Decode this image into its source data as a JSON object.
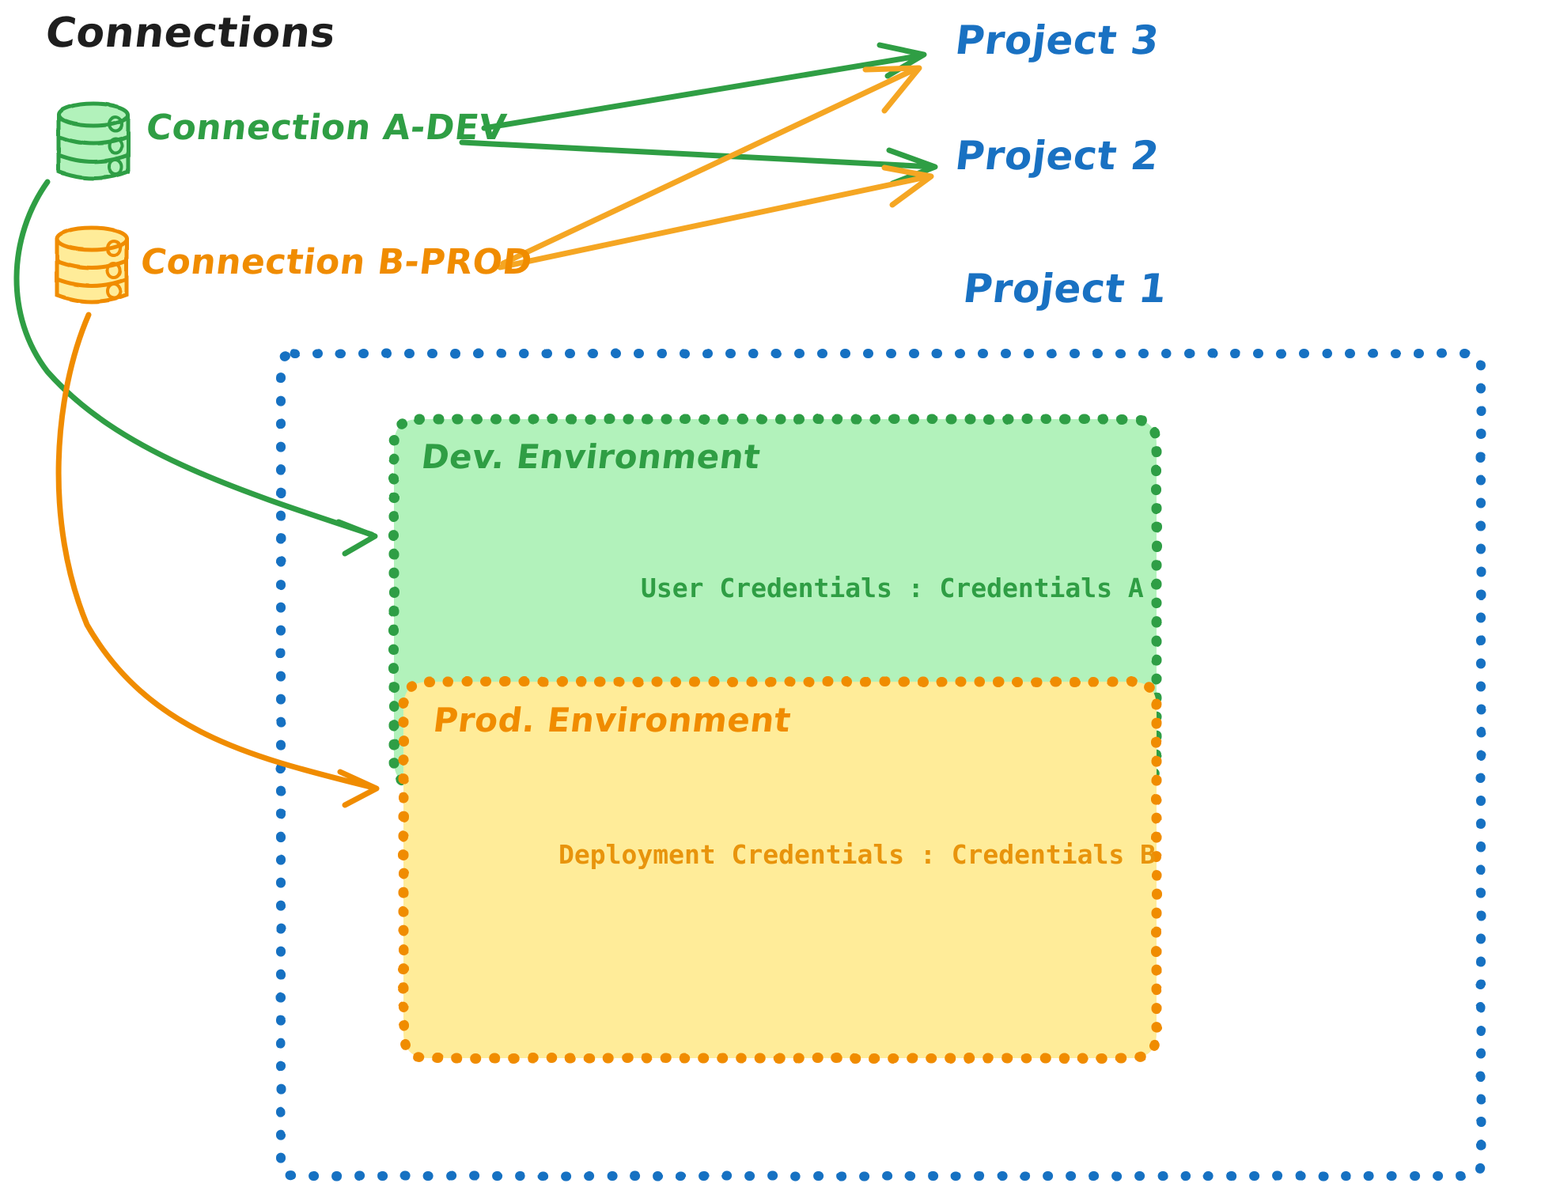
{
  "diagram": {
    "title": "Connections",
    "type": "architecture-diagram",
    "background_color": "#ffffff"
  },
  "colors": {
    "green_stroke": "#2f9e44",
    "green_fill": "#b2f2bb",
    "orange_stroke": "#f08c00",
    "orange_fill": "#ffec99",
    "blue": "#1971c2",
    "black": "#1e1e1e"
  },
  "connections": [
    {
      "id": "conn-a-dev",
      "label": "Connection A-DEV",
      "icon": "database-icon",
      "color": "#2f9e44",
      "fill": "#b2f2bb"
    },
    {
      "id": "conn-b-prod",
      "label": "Connection B-PROD",
      "icon": "database-icon",
      "color": "#f08c00",
      "fill": "#ffec99"
    }
  ],
  "projects": [
    {
      "id": "project-3",
      "label": "Project 3",
      "color": "#1971c2"
    },
    {
      "id": "project-2",
      "label": "Project 2",
      "color": "#1971c2"
    },
    {
      "id": "project-1",
      "label": "Project 1",
      "color": "#1971c2"
    }
  ],
  "project_1": {
    "label": "Project 1",
    "border_style": "dotted",
    "border_color": "#1971c2",
    "environments": [
      {
        "id": "dev-environment",
        "label": "Dev. Environment",
        "credentials_label": "User Credentials : Credentials A",
        "credentials_key": "User Credentials",
        "credentials_value": "Credentials A",
        "border_color": "#2f9e44",
        "fill_color": "#b2f2bb"
      },
      {
        "id": "prod-environment",
        "label": "Prod. Environment",
        "credentials_label": "Deployment Credentials : Credentials B",
        "credentials_key": "Deployment Credentials",
        "credentials_value": "Credentials B",
        "border_color": "#f08c00",
        "fill_color": "#ffec99"
      }
    ]
  },
  "edges": [
    {
      "id": "edge-a-to-project-3",
      "from": "conn-a-dev",
      "to": "project-3",
      "color": "#2f9e44"
    },
    {
      "id": "edge-a-to-project-2",
      "from": "conn-a-dev",
      "to": "project-2",
      "color": "#2f9e44"
    },
    {
      "id": "edge-a-to-dev-environment",
      "from": "conn-a-dev",
      "to": "dev-environment",
      "color": "#2f9e44"
    },
    {
      "id": "edge-b-to-project-3",
      "from": "conn-b-prod",
      "to": "project-3",
      "color": "#f5a623"
    },
    {
      "id": "edge-b-to-project-2",
      "from": "conn-b-prod",
      "to": "project-2",
      "color": "#f5a623"
    },
    {
      "id": "edge-b-to-prod-environment",
      "from": "conn-b-prod",
      "to": "prod-environment",
      "color": "#f08c00"
    }
  ]
}
